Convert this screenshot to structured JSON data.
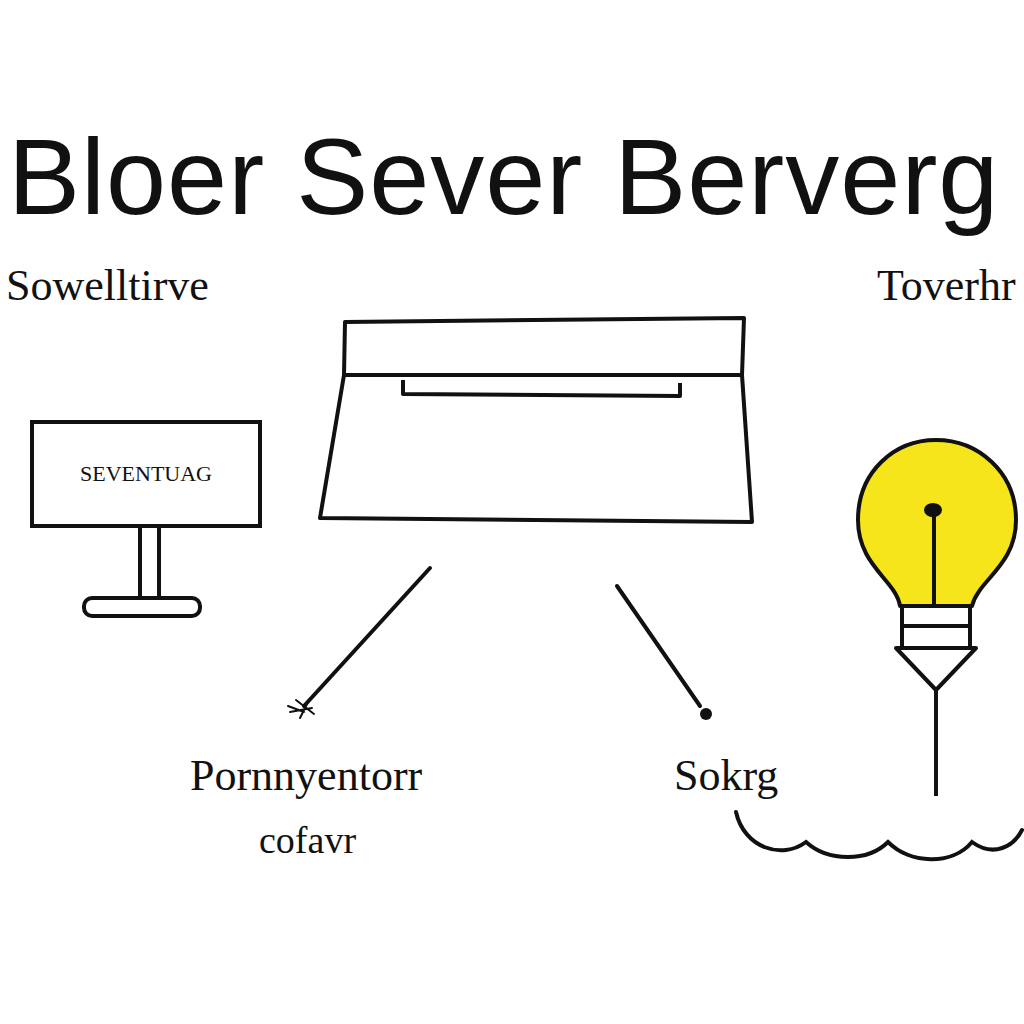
{
  "diagram": {
    "title": "Bloer Sever Berverg",
    "nodes": [
      {
        "text": [
          "SEVENTUAG"
        ]
      }
    ],
    "labels": [
      "Sowelltirve",
      "Toverhr",
      "Pornnyentorr",
      "cofavr",
      "Sokrg"
    ]
  }
}
